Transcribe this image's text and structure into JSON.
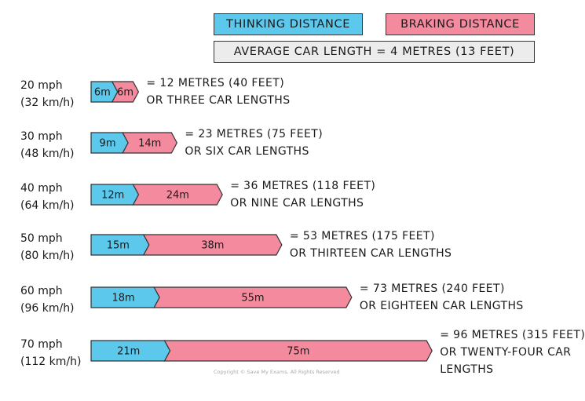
{
  "legend": {
    "thinking_label": "THINKING DISTANCE",
    "braking_label": "BRAKING DISTANCE",
    "car_length_label": "AVERAGE CAR LENGTH = 4 METRES (13 FEET)"
  },
  "colors": {
    "thinking": "#5cc9ec",
    "braking": "#f48a9d",
    "car_length_box": "#ececec"
  },
  "rows": [
    {
      "speed_mph": "20 mph",
      "speed_kmh": "(32 km/h)",
      "thinking_m": 6,
      "braking_m": 6,
      "thinking_label": "6m",
      "braking_label": "6m",
      "total_line1": "= 12 METRES (40 FEET)",
      "total_line2": "OR THREE CAR LENGTHS",
      "total_line3": ""
    },
    {
      "speed_mph": "30 mph",
      "speed_kmh": "(48 km/h)",
      "thinking_m": 9,
      "braking_m": 14,
      "thinking_label": "9m",
      "braking_label": "14m",
      "total_line1": "= 23 METRES (75 FEET)",
      "total_line2": "OR SIX CAR LENGTHS",
      "total_line3": ""
    },
    {
      "speed_mph": "40 mph",
      "speed_kmh": "(64 km/h)",
      "thinking_m": 12,
      "braking_m": 24,
      "thinking_label": "12m",
      "braking_label": "24m",
      "total_line1": "= 36 METRES (118 FEET)",
      "total_line2": "OR NINE CAR LENGTHS",
      "total_line3": ""
    },
    {
      "speed_mph": "50 mph",
      "speed_kmh": "(80 km/h)",
      "thinking_m": 15,
      "braking_m": 38,
      "thinking_label": "15m",
      "braking_label": "38m",
      "total_line1": "= 53 METRES (175 FEET)",
      "total_line2": "OR THIRTEEN CAR LENGTHS",
      "total_line3": ""
    },
    {
      "speed_mph": "60 mph",
      "speed_kmh": "(96 km/h)",
      "thinking_m": 18,
      "braking_m": 55,
      "thinking_label": "18m",
      "braking_label": "55m",
      "total_line1": "= 73 METRES (240 FEET)",
      "total_line2": "OR EIGHTEEN CAR LENGTHS",
      "total_line3": ""
    },
    {
      "speed_mph": "70 mph",
      "speed_kmh": "(112 km/h)",
      "thinking_m": 21,
      "braking_m": 75,
      "thinking_label": "21m",
      "braking_label": "75m",
      "total_line1": "= 96 METRES (315 FEET)",
      "total_line2": "OR TWENTY-FOUR CAR",
      "total_line3": "LENGTHS"
    }
  ],
  "copyright": "Copyright © Save My Exams. All Rights Reserved"
}
